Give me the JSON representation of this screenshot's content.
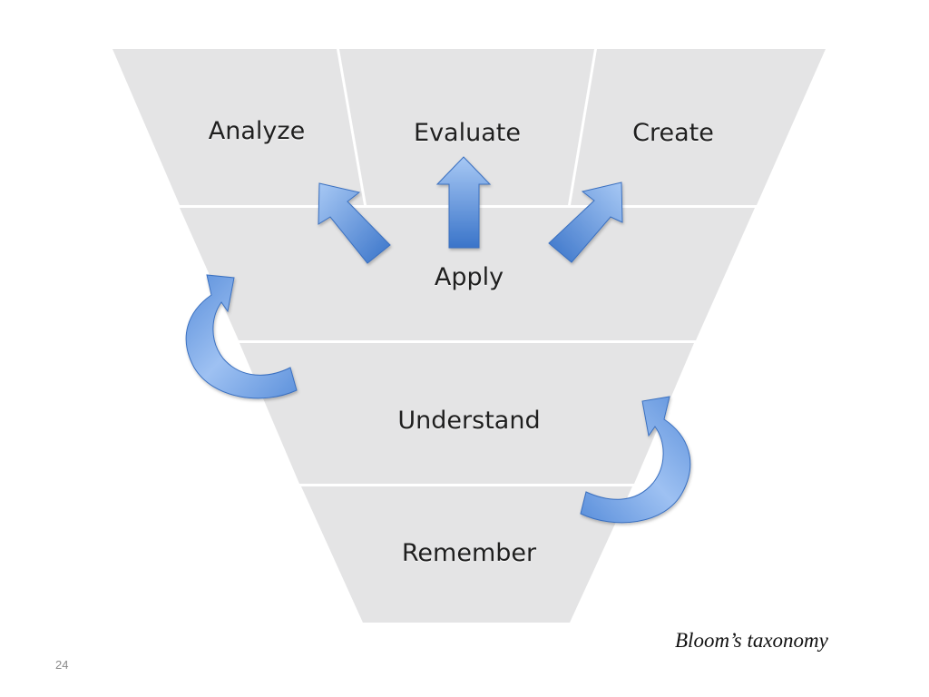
{
  "diagram": {
    "levels": {
      "analyze": "Analyze",
      "evaluate": "Evaluate",
      "create": "Create",
      "apply": "Apply",
      "understand": "Understand",
      "remember": "Remember"
    }
  },
  "caption": "Bloom’s taxonomy",
  "page_number": "24",
  "colors": {
    "segment_fill": "#e4e4e5",
    "arrow_light": "#9ec1f2",
    "arrow_dark": "#3b76cb"
  }
}
